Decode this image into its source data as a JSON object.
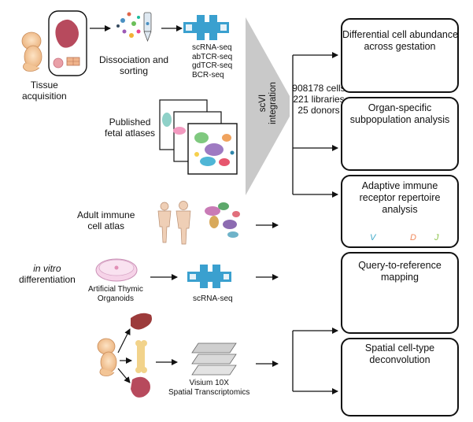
{
  "left": {
    "tissue_acquisition": "Tissue\nacquisition",
    "dissociation": "Dissociation and\nsorting",
    "seq_methods": [
      "scRNA-seq",
      "abTCR-seq",
      "gdTCR-seq",
      "BCR-seq"
    ],
    "published_atlases": "Published\nfetal atlases",
    "adult_atlas": "Adult immune\ncell atlas",
    "in_vitro_italic": "in vitro",
    "differentiation": "differentiation",
    "organoids": "Artificial Thymic\nOrganoids",
    "organoid_seq": "scRNA-seq",
    "visium": "Visium 10X\nSpatial Transcriptomics"
  },
  "center": {
    "integration": "scVI\nintegration",
    "stats": [
      "908178 cells",
      "221 libraries",
      "25 donors"
    ]
  },
  "outputs": [
    {
      "title": "Differential cell abundance\nacross gestation"
    },
    {
      "title": "Organ-specific\nsubpopulation analysis"
    },
    {
      "title": "Adaptive immune\nreceptor repertoire\nanalysis",
      "segments": [
        "V",
        "D",
        "J"
      ]
    },
    {
      "title": "Query-to-reference\nmapping"
    },
    {
      "title": "Spatial cell-type\ndeconvolution"
    }
  ],
  "colors": {
    "v_segment": "#3fa9c9",
    "d_segment": "#f08a5d",
    "j_segment": "#8bc34a",
    "funnel": "#c8c8c8",
    "teal": "#1f8f86"
  }
}
